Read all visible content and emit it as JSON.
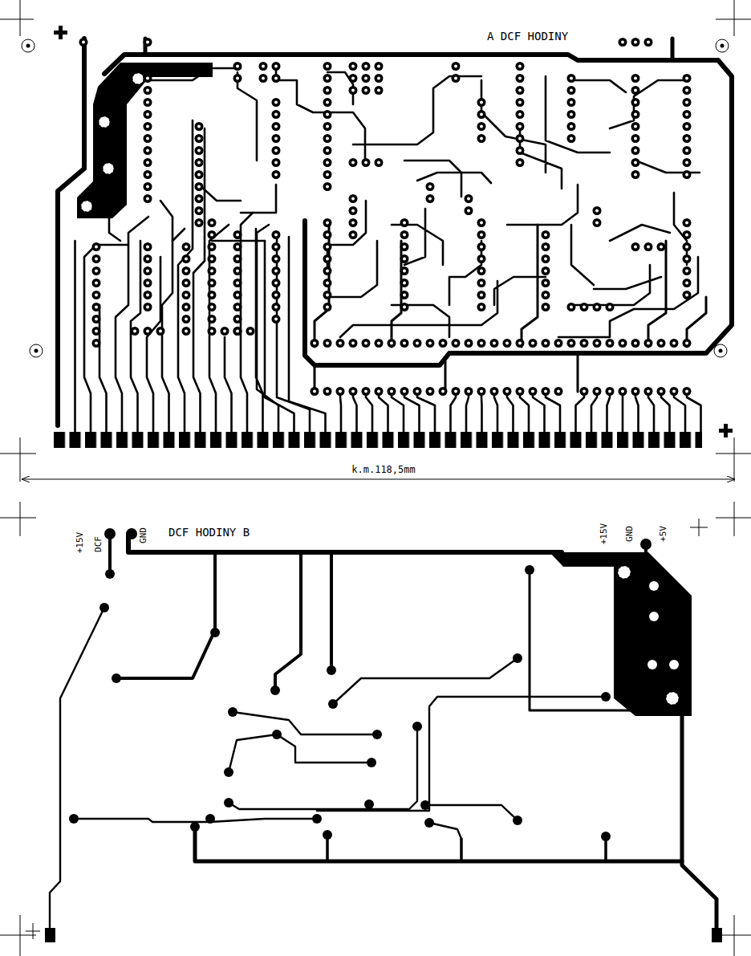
{
  "diagram": {
    "labels": [
      "A DCF HODINY",
      "k.m.118,5mm",
      "+15V",
      "DCF",
      "GND",
      "DCF HODINY B",
      "+15V",
      "GND",
      "+5V"
    ]
  }
}
